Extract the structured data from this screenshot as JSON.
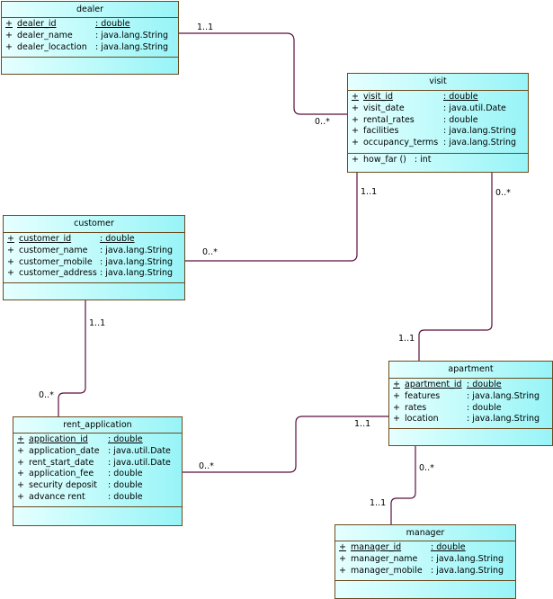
{
  "diagram": {
    "type": "UML class diagram",
    "classes": {
      "dealer": {
        "name": "dealer",
        "attributes": [
          {
            "visibility": "+",
            "name": "dealer_id",
            "type": ": double",
            "key": true
          },
          {
            "visibility": "+",
            "name": "dealer_name",
            "type": ": java.lang.String",
            "key": false
          },
          {
            "visibility": "+",
            "name": "dealer_locaction",
            "type": ": java.lang.String",
            "key": false
          }
        ],
        "operations": []
      },
      "visit": {
        "name": "visit",
        "attributes": [
          {
            "visibility": "+",
            "name": "visit_id",
            "type": ": double",
            "key": true
          },
          {
            "visibility": "+",
            "name": "visit_date",
            "type": ": java.util.Date",
            "key": false
          },
          {
            "visibility": "+",
            "name": "rental_rates",
            "type": ": double",
            "key": false
          },
          {
            "visibility": "+",
            "name": "facilities",
            "type": ": java.lang.String",
            "key": false
          },
          {
            "visibility": "+",
            "name": "occupancy_terms",
            "type": ": java.lang.String",
            "key": false
          }
        ],
        "operations": [
          {
            "visibility": "+",
            "signature": "how_far ()   : int"
          }
        ]
      },
      "customer": {
        "name": "customer",
        "attributes": [
          {
            "visibility": "+",
            "name": "customer_id",
            "type": ": double",
            "key": true
          },
          {
            "visibility": "+",
            "name": "customer_name",
            "type": ": java.lang.String",
            "key": false
          },
          {
            "visibility": "+",
            "name": "customer_mobile",
            "type": ": java.lang.String",
            "key": false
          },
          {
            "visibility": "+",
            "name": "customer_address",
            "type": ": java.lang.String",
            "key": false
          }
        ],
        "operations": []
      },
      "rent_application": {
        "name": "rent_application",
        "attributes": [
          {
            "visibility": "+",
            "name": "application_id",
            "type": ": double",
            "key": true
          },
          {
            "visibility": "+",
            "name": "application_date",
            "type": ": java.util.Date",
            "key": false
          },
          {
            "visibility": "+",
            "name": "rent_start_date",
            "type": ": java.util.Date",
            "key": false
          },
          {
            "visibility": "+",
            "name": "application_fee",
            "type": ": double",
            "key": false
          },
          {
            "visibility": "+",
            "name": "security deposit",
            "type": ": double",
            "key": false
          },
          {
            "visibility": "+",
            "name": "advance rent",
            "type": ": double",
            "key": false
          }
        ],
        "operations": []
      },
      "apartment": {
        "name": "apartment",
        "attributes": [
          {
            "visibility": "+",
            "name": "apartment_id",
            "type": ": double",
            "key": true
          },
          {
            "visibility": "+",
            "name": "features",
            "type": ": java.lang.String",
            "key": false
          },
          {
            "visibility": "+",
            "name": "rates",
            "type": ": double",
            "key": false
          },
          {
            "visibility": "+",
            "name": "location",
            "type": ": java.lang.String",
            "key": false
          }
        ],
        "operations": []
      },
      "manager": {
        "name": "manager",
        "attributes": [
          {
            "visibility": "+",
            "name": "manager_id",
            "type": ": double",
            "key": true
          },
          {
            "visibility": "+",
            "name": "manager_name",
            "type": ": java.lang.String",
            "key": false
          },
          {
            "visibility": "+",
            "name": "manager_mobile",
            "type": ": java.lang.String",
            "key": false
          }
        ],
        "operations": []
      }
    },
    "associations": [
      {
        "from": "dealer",
        "to": "visit",
        "from_mult": "1..1",
        "to_mult": "0..*"
      },
      {
        "from": "visit",
        "to": "customer",
        "from_mult": "1..1",
        "to_mult": "0..*"
      },
      {
        "from": "visit",
        "to": "apartment",
        "from_mult": "0..*",
        "to_mult": "1..1"
      },
      {
        "from": "customer",
        "to": "rent_application",
        "from_mult": "1..1",
        "to_mult": "0..*"
      },
      {
        "from": "apartment",
        "to": "rent_application",
        "from_mult": "1..1",
        "to_mult": "0..*"
      },
      {
        "from": "apartment",
        "to": "manager",
        "from_mult": "0..*",
        "to_mult": "1..1"
      }
    ],
    "colors": {
      "box_border": "#6b4a1e",
      "fill_left": "#e6ffff",
      "fill_right": "#98f4f7",
      "connector": "#5a0f3c"
    }
  }
}
